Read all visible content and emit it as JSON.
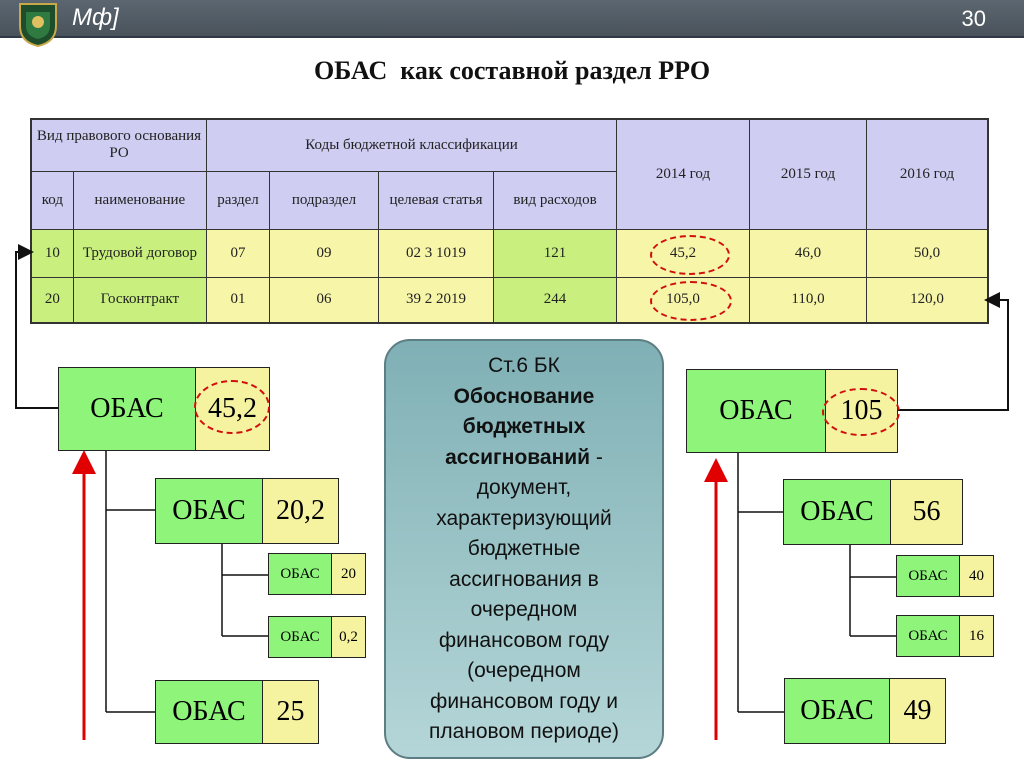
{
  "header": {
    "brand": "Мф]",
    "slide_number": "30"
  },
  "title": "ОБАС  как составной раздел РРО",
  "table": {
    "group_basis": "Вид правового основания РО",
    "group_codes": "Коды бюджетной классификации",
    "col_code": "код",
    "col_name": "наименование",
    "col_section": "раздел",
    "col_subsection": "подраздел",
    "col_target": "целевая статья",
    "col_expense": "вид расходов",
    "years": [
      "2014 год",
      "2015 год",
      "2016 год"
    ],
    "rows": [
      {
        "code": "10",
        "name": "Трудовой договор",
        "section": "07",
        "subsection": "09",
        "target": "02 3 1019",
        "expense": "121",
        "y2014": "45,2",
        "y2015": "46,0",
        "y2016": "50,0"
      },
      {
        "code": "20",
        "name": "Госконтракт",
        "section": "01",
        "subsection": "06",
        "target": "39 2 2019",
        "expense": "244",
        "y2014": "105,0",
        "y2015": "110,0",
        "y2016": "120,0"
      }
    ]
  },
  "left_tree": {
    "root": {
      "name": "ОБАС",
      "value": "45,2"
    },
    "child1": {
      "name": "ОБАС",
      "value": "20,2"
    },
    "leaf1": {
      "name": "ОБАС",
      "value": "20"
    },
    "leaf2": {
      "name": "ОБАС",
      "value": "0,2"
    },
    "child2": {
      "name": "ОБАС",
      "value": "25"
    }
  },
  "right_tree": {
    "root": {
      "name": "ОБАС",
      "value": "105"
    },
    "child1": {
      "name": "ОБАС",
      "value": "56"
    },
    "leaf1": {
      "name": "ОБАС",
      "value": "40"
    },
    "leaf2": {
      "name": "ОБАС",
      "value": "16"
    },
    "child2": {
      "name": "ОБАС",
      "value": "49"
    }
  },
  "definition": {
    "line1": "Ст.6 БК",
    "bold1": "Обоснование",
    "bold2": "бюджетных",
    "bold3": "ассигнований",
    "dash": " -",
    "l1": "документ,",
    "l2": "характеризующий",
    "l3": "бюджетные",
    "l4": "ассигнования в",
    "l5": "очередном",
    "l6": "финансовом году",
    "l7": "(очередном",
    "l8": "финансовом году и",
    "l9": "плановом периоде)"
  },
  "colors": {
    "header_fill": "#cfcdf2",
    "green_fill": "#c9f07e",
    "yellow_fill": "#f7f5a8",
    "box_green": "#8ef57a",
    "red_arrow": "#e00000"
  }
}
